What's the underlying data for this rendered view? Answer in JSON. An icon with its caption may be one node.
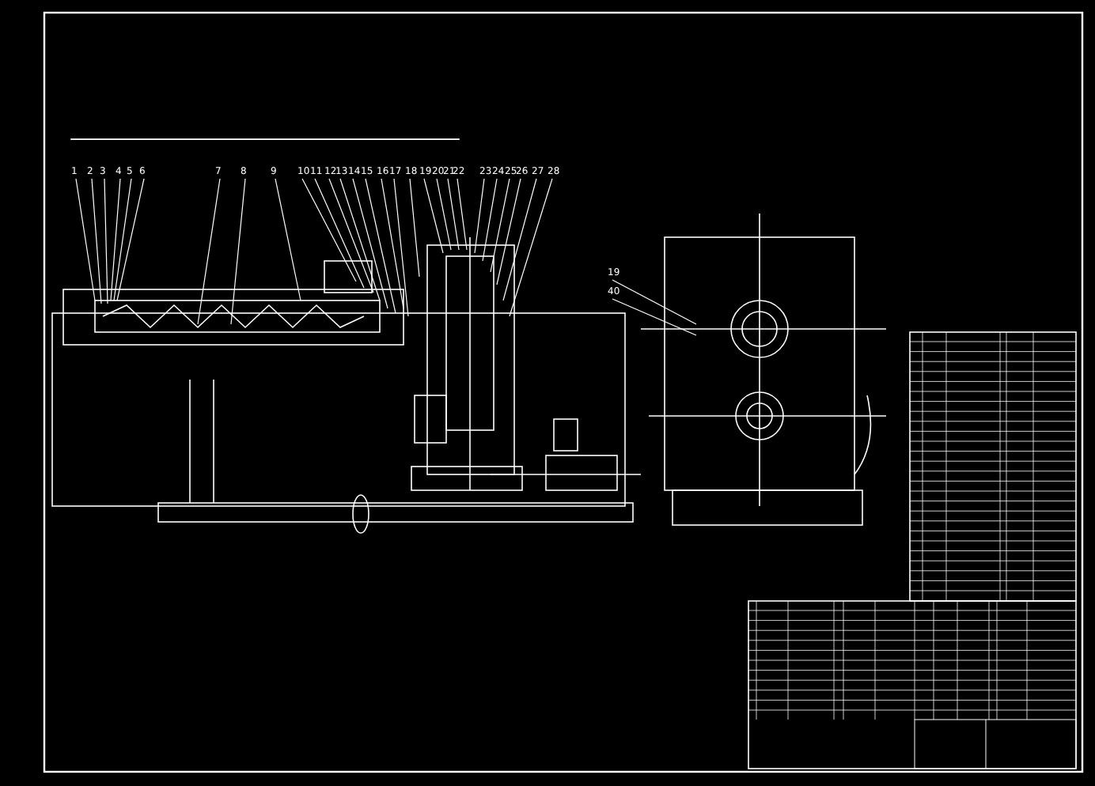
{
  "diagram": {
    "labels": [
      "1",
      "2",
      "3",
      "4",
      "5",
      "6",
      "7",
      "8",
      "9",
      "10",
      "11",
      "12",
      "13",
      "14",
      "15",
      "16",
      "17",
      "18",
      "19",
      "20",
      "21",
      "22",
      "23",
      "24",
      "25",
      "26",
      "27",
      "28",
      "19",
      "40"
    ]
  }
}
